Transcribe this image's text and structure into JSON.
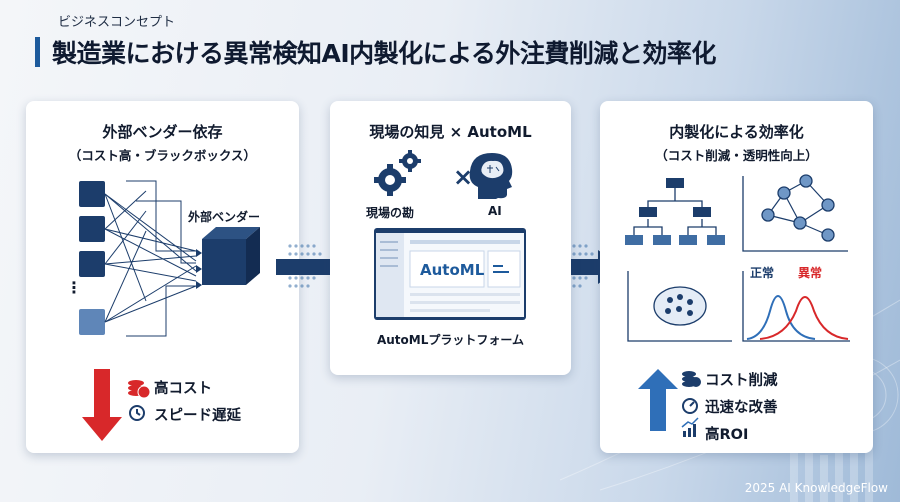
{
  "header": {
    "eyebrow": "ビジネスコンセプト",
    "title": "製造業における異常検知AI内製化による外注費削減と効率化"
  },
  "panels": {
    "left": {
      "title": "外部ベンダー依存",
      "subtitle": "（コスト高・ブラックボックス）",
      "box_label": "外部ベンダー",
      "dots": "⋮",
      "issues": [
        {
          "icon": "money-stack-icon",
          "label": "高コスト"
        },
        {
          "icon": "clock-back-icon",
          "label": "スピード遅延"
        }
      ]
    },
    "center": {
      "title": "現場の知見 × AutoML",
      "gear_label": "現場の勘",
      "times": "×",
      "ai_label": "AI",
      "screen_logo": "AutoML",
      "platform_label": "AutoMLプラットフォーム"
    },
    "right": {
      "title": "内製化による効率化",
      "subtitle": "（コスト削減・透明性向上）",
      "normal_label": "正常",
      "anomaly_label": "異常",
      "benefits": [
        {
          "icon": "coins-icon",
          "label": "コスト削減"
        },
        {
          "icon": "speedometer-icon",
          "label": "迅速な改善"
        },
        {
          "icon": "growth-chart-icon",
          "label": "高ROI"
        }
      ]
    }
  },
  "colors": {
    "navy": "#1c3d6b",
    "accent": "#1d5a9c",
    "red": "#d8282a",
    "blue_arrow": "#2f6fb8"
  },
  "footer": "2025 AI KnowledgeFlow"
}
